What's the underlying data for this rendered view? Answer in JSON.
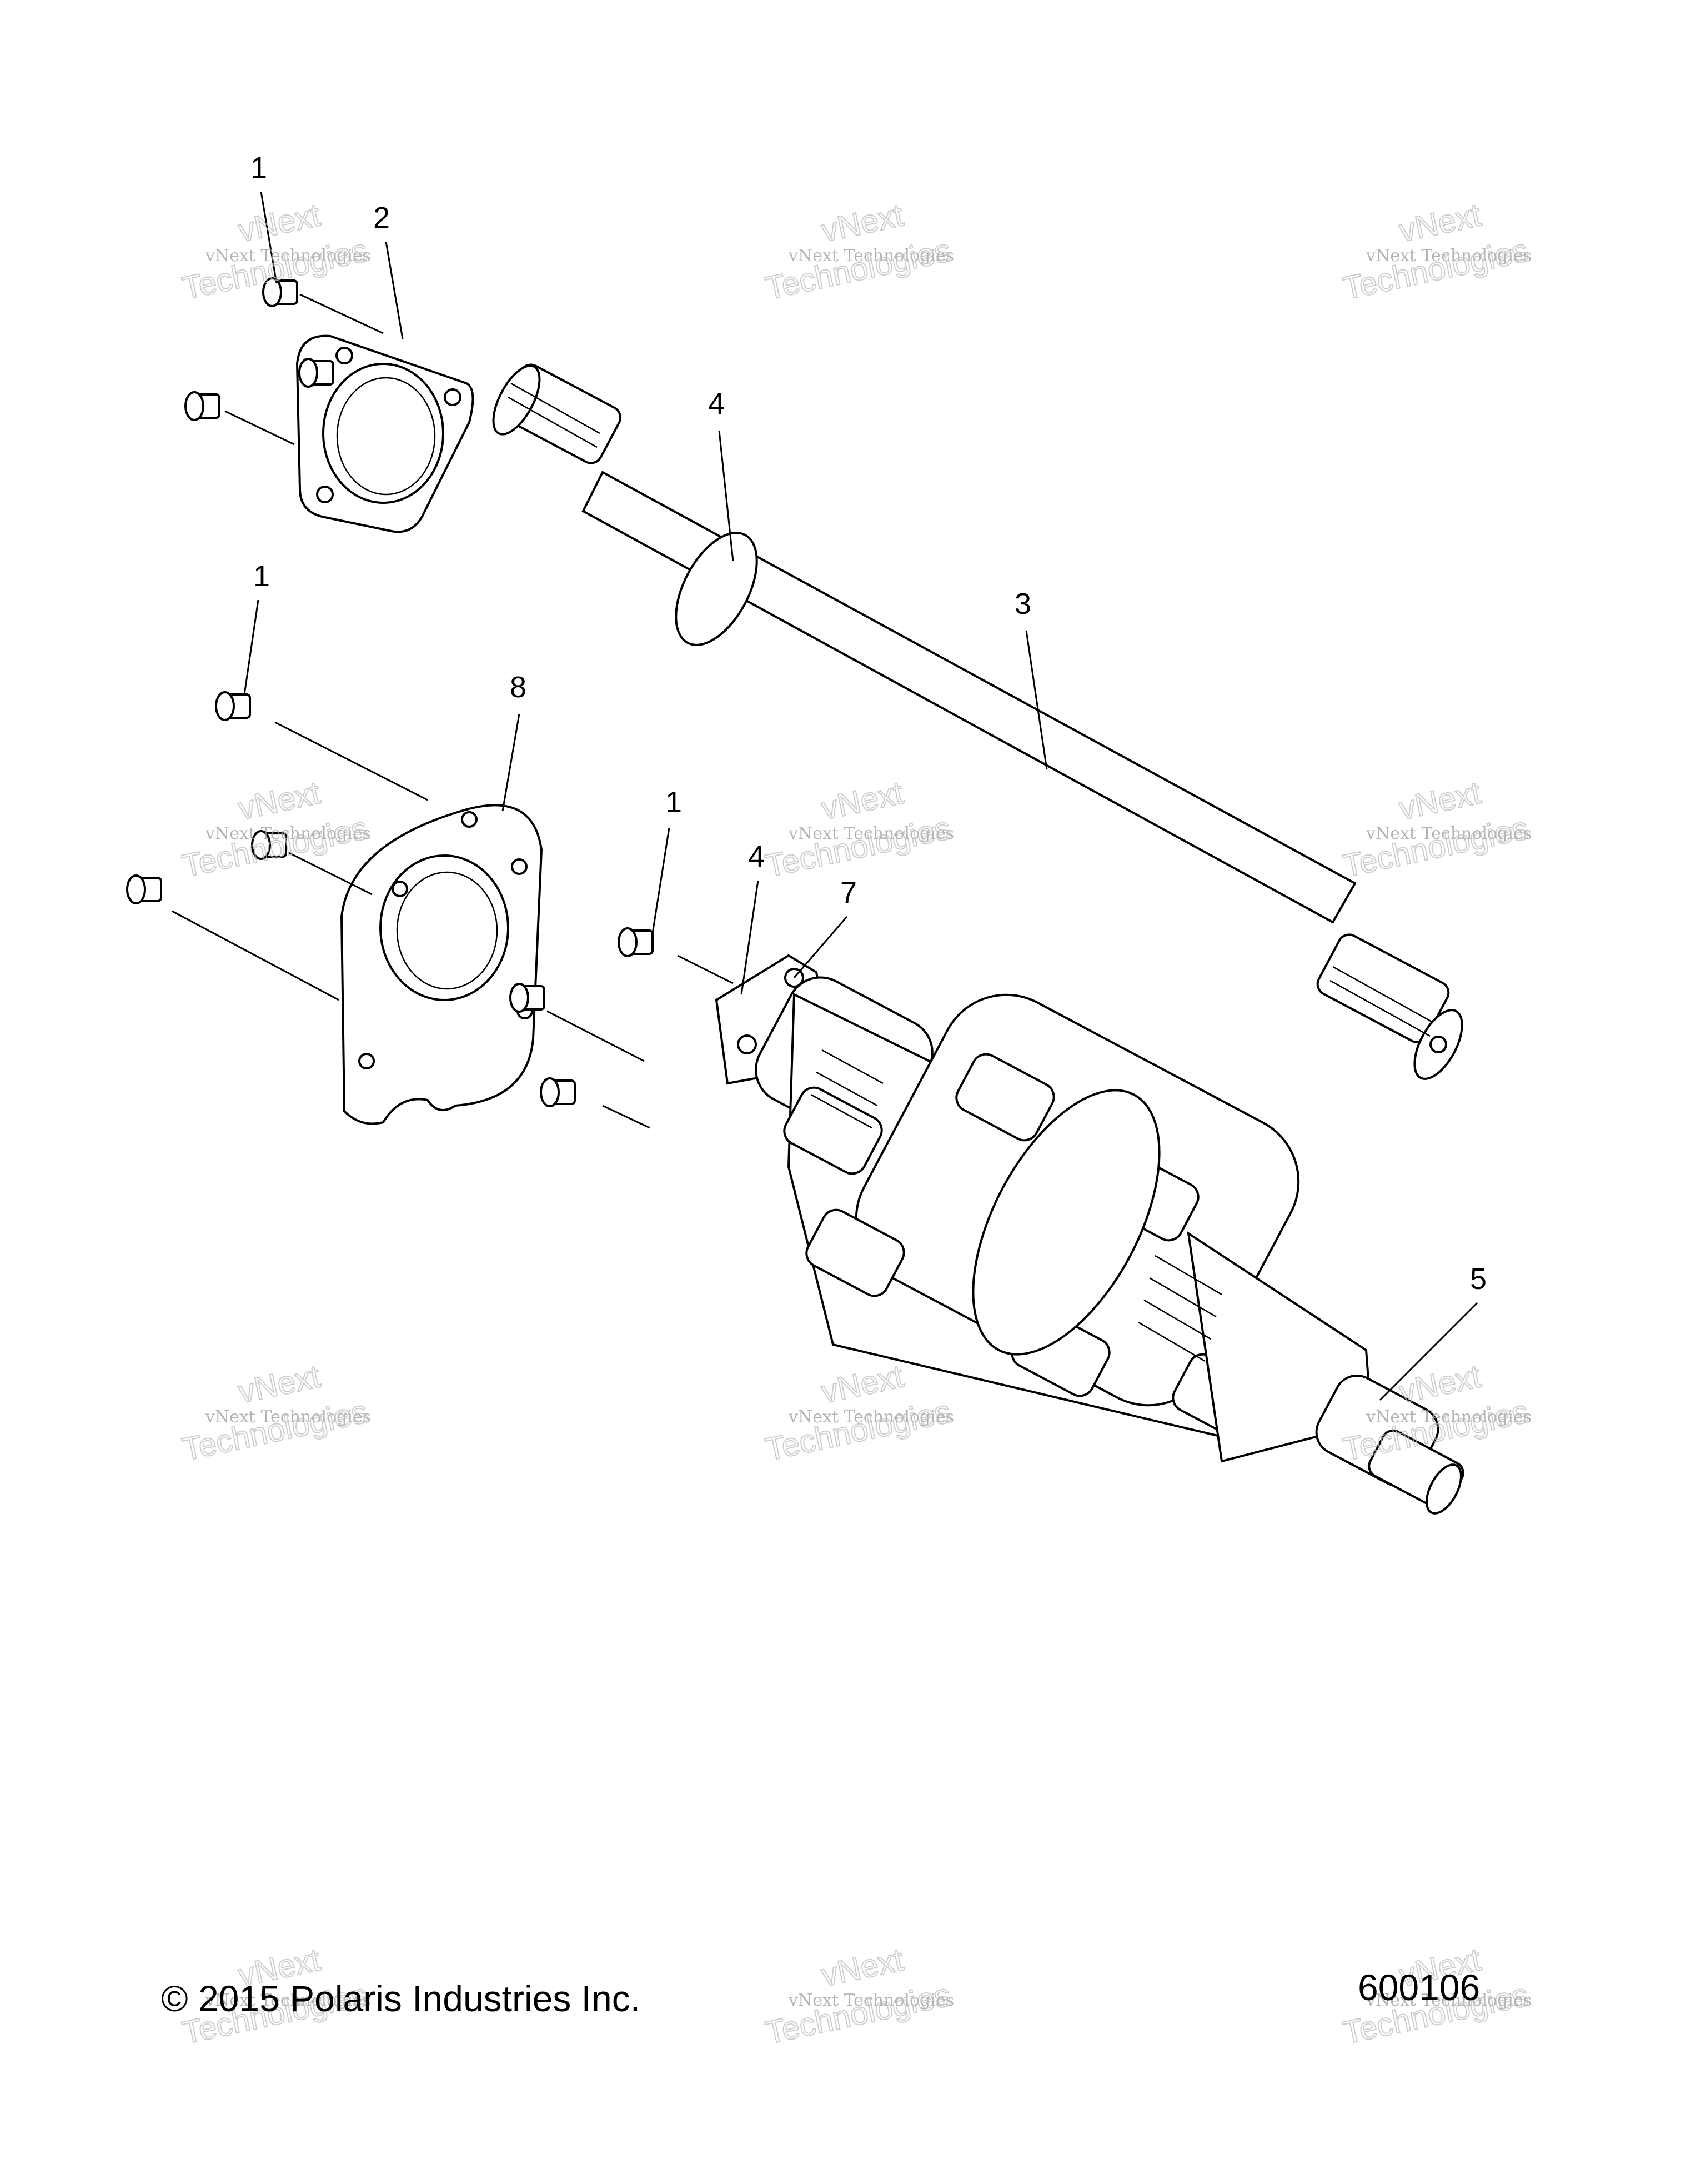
{
  "callouts": {
    "c1a": "1",
    "c2": "2",
    "c4a": "4",
    "c1b": "1",
    "c3": "3",
    "c8": "8",
    "c1c": "1",
    "c4b": "4",
    "c7": "7",
    "c5": "5"
  },
  "footer": {
    "copyright": "© 2015 Polaris Industries Inc.",
    "figure_number": "600106"
  },
  "watermark": {
    "line1": "vNext Technologies",
    "line2": "Technologies",
    "line3": "vNext"
  }
}
